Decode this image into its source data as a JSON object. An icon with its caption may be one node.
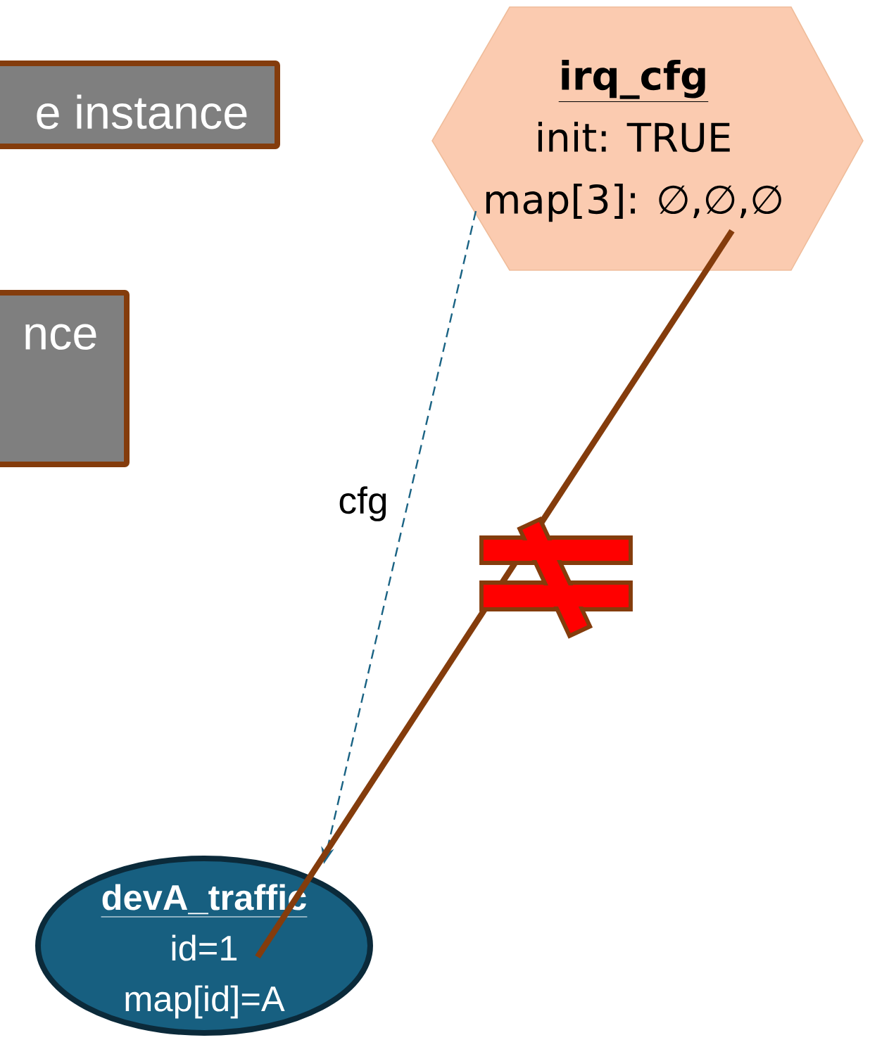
{
  "diagram": {
    "nodes": [
      {
        "text": [
          "e instance"
        ]
      },
      {
        "text": [
          "nce"
        ]
      },
      {
        "text": [
          "irq_cfg",
          "init: TRUE",
          "map[3]: ∅,∅,∅"
        ]
      },
      {
        "text": [
          "devA_traffic",
          "id=1",
          "map[id]=A"
        ]
      }
    ],
    "edges": [
      {
        "from": 2,
        "to": 3,
        "arrow": "to",
        "label": "cfg",
        "style": "dashed",
        "color": "#1a6384"
      },
      {
        "from": 2,
        "to": 3,
        "arrow": "none",
        "style": "thick",
        "color": "#843c0c"
      }
    ]
  }
}
